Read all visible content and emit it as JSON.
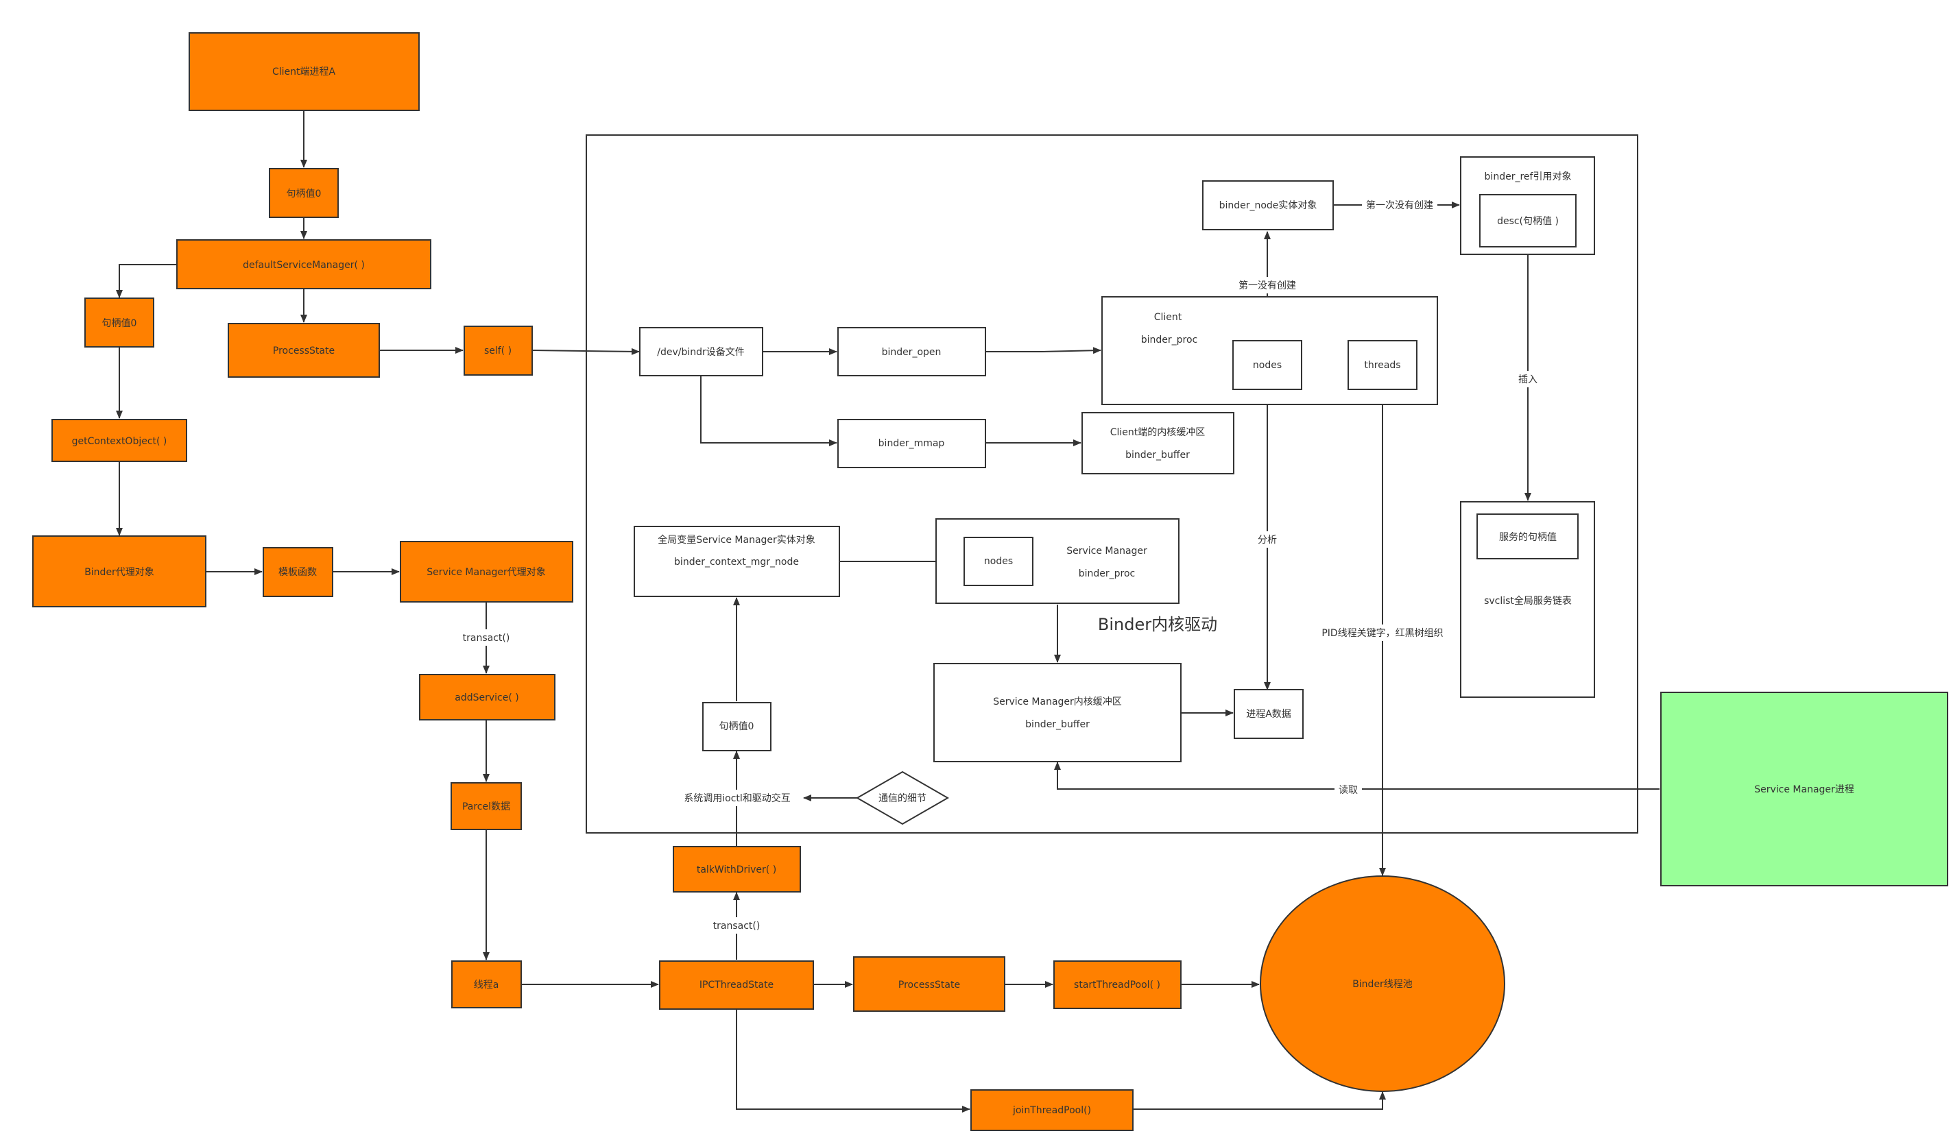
{
  "colors": {
    "orange": "#ff8000",
    "green": "#99ff99",
    "white": "#ffffff",
    "stroke": "#333333"
  },
  "region_title": "Binder内核驱动",
  "nodes": {
    "client_a": "Client端进程A",
    "handle0_top": "句柄值0",
    "default_sm": "defaultServiceManager( )",
    "handle0_left": "句柄值0",
    "process_state_top": "ProcessState",
    "self": "self( )",
    "get_context": "getContextObject( )",
    "binder_proxy": "Binder代理对象",
    "template_func": "模板函数",
    "sm_proxy": "Service Manager代理对象",
    "add_service": "addService( )",
    "parcel": "Parcel数据",
    "thread_a": "线程a",
    "ipc_thread_state": "IPCThreadState",
    "talk_with_driver": "talkWithDriver( )",
    "process_state_bottom": "ProcessState",
    "start_thread_pool": "startThreadPool( )",
    "join_thread_pool": "joinThreadPool()",
    "binder_pool": "Binder线程池",
    "sm_process": "Service Manager进程",
    "dev_binder": "/dev/bindr设备文件",
    "binder_open": "binder_open",
    "binder_mmap": "binder_mmap",
    "client_proc_l1": "Client",
    "client_proc_l2": "binder_proc",
    "nodes_a": "nodes",
    "threads": "threads",
    "client_buf_l1": "Client端的内核缓冲区",
    "client_buf_l2": "binder_buffer",
    "binder_node": "binder_node实体对象",
    "binder_ref_title": "binder_ref引用对象",
    "desc": "desc(句柄值 )",
    "svc_handle": "服务的句柄值",
    "svclist": "svclist全局服务链表",
    "ctx_mgr_l1": "全局变量Service Manager实体对象",
    "ctx_mgr_l2": "binder_context_mgr_node",
    "sm_proc_l1": "Service Manager",
    "sm_proc_l2": "binder_proc",
    "nodes_b": "nodes",
    "sm_buf_l1": "Service Manager内核缓冲区",
    "sm_buf_l2": "binder_buffer",
    "proc_a_data": "进程A数据",
    "handle0_mid": "句柄值0",
    "comm_detail": "通信的细节"
  },
  "edge_labels": {
    "transact1": "transact()",
    "transact2": "transact()",
    "first_create": "第一没有创建",
    "first_time": "第一次没有创建",
    "insert": "插入",
    "analyze": "分析",
    "pid_key": "PID线程关键字，红黑树组织",
    "ioctl": "系统调用ioctl和驱动交互",
    "read": "读取"
  }
}
